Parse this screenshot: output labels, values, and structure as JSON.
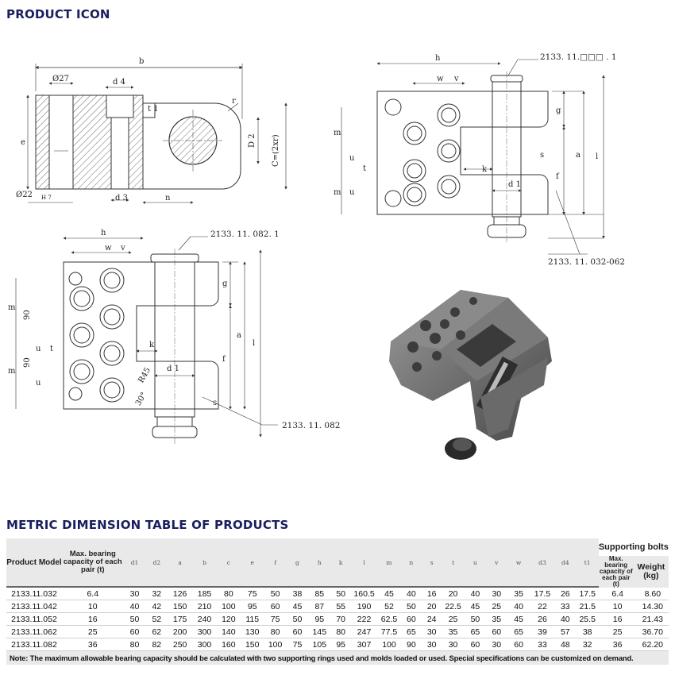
{
  "titles": {
    "product_icon": "PRODUCT ICON",
    "table": "METRIC DIMENSION TABLE OF PRODUCTS"
  },
  "drawing_refs": {
    "ref1": "2133. 11.□□□     . 1",
    "ref2": "2133. 11. 032-062",
    "ref3": "2133. 11. 082. 1",
    "ref4": "2133. 11. 082"
  },
  "drawing_labels": {
    "b": "b",
    "phi27": "Ø27",
    "d4": "d 4",
    "t1": "t 1",
    "e": "e",
    "r": "r",
    "d2": "D 2",
    "c2xr": "C=(2xr)",
    "phi22": "Ø22",
    "h7": "H 7",
    "d3": "d 3",
    "n": "n",
    "h": "h",
    "w": "w",
    "v": "v",
    "m": "m",
    "u": "u",
    "t": "t",
    "s": "s",
    "k": "k",
    "d1": "d 1",
    "f": "f",
    "a": "a",
    "l": "l",
    "g": "g",
    "n90": "90",
    "r45": "R45",
    "a30": "30°"
  },
  "table": {
    "headers": [
      "Product Model",
      "Max. bearing capacity of each pair (t)",
      "d1",
      "d2",
      "a",
      "b",
      "c",
      "e",
      "f",
      "g",
      "h",
      "k",
      "l",
      "m",
      "n",
      "s",
      "t",
      "u",
      "v",
      "w",
      "d3",
      "d4",
      "t1"
    ],
    "supporting": {
      "title": "Supporting bolts",
      "cap": "Max. bearing capacity of each pair (t)",
      "weight": "Weight (kg)"
    },
    "rows": [
      [
        "2133.11.032",
        "6.4",
        "30",
        "32",
        "126",
        "185",
        "80",
        "75",
        "50",
        "38",
        "85",
        "50",
        "160.5",
        "45",
        "40",
        "16",
        "20",
        "40",
        "30",
        "35",
        "17.5",
        "26",
        "17.5",
        "6.4",
        "8.60"
      ],
      [
        "2133.11.042",
        "10",
        "40",
        "42",
        "150",
        "210",
        "100",
        "95",
        "60",
        "45",
        "87",
        "55",
        "190",
        "52",
        "50",
        "20",
        "22.5",
        "45",
        "25",
        "40",
        "22",
        "33",
        "21.5",
        "10",
        "14.30"
      ],
      [
        "2133.11.052",
        "16",
        "50",
        "52",
        "175",
        "240",
        "120",
        "115",
        "75",
        "50",
        "95",
        "70",
        "222",
        "62.5",
        "60",
        "24",
        "25",
        "50",
        "35",
        "45",
        "26",
        "40",
        "25.5",
        "16",
        "21.43"
      ],
      [
        "2133.11.062",
        "25",
        "60",
        "62",
        "200",
        "300",
        "140",
        "130",
        "80",
        "60",
        "145",
        "80",
        "247",
        "77.5",
        "65",
        "30",
        "35",
        "65",
        "60",
        "65",
        "39",
        "57",
        "38",
        "25",
        "36.70"
      ],
      [
        "2133.11.082",
        "36",
        "80",
        "82",
        "250",
        "300",
        "160",
        "150",
        "100",
        "75",
        "105",
        "95",
        "307",
        "100",
        "90",
        "30",
        "30",
        "60",
        "30",
        "60",
        "33",
        "48",
        "32",
        "36",
        "62.20"
      ]
    ],
    "note": "Note: The maximum allowable bearing capacity should be calculated with two supporting rings used and molds loaded or used. Special specifications can be customized on demand."
  },
  "colors": {
    "title": "#1a1f5e",
    "header_bg": "#e9e9e9",
    "line": "#333333"
  }
}
